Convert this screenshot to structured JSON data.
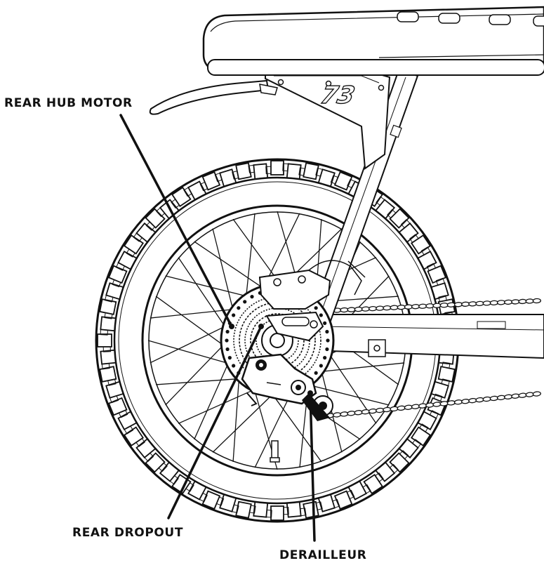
{
  "labels": {
    "rear_hub_motor": "REAR HUB MOTOR",
    "rear_dropout": "REAR DROPOUT",
    "derailleur": "DERAILLEUR"
  },
  "model_badge": "73",
  "colors": {
    "line": "#111111",
    "background": "#ffffff"
  }
}
